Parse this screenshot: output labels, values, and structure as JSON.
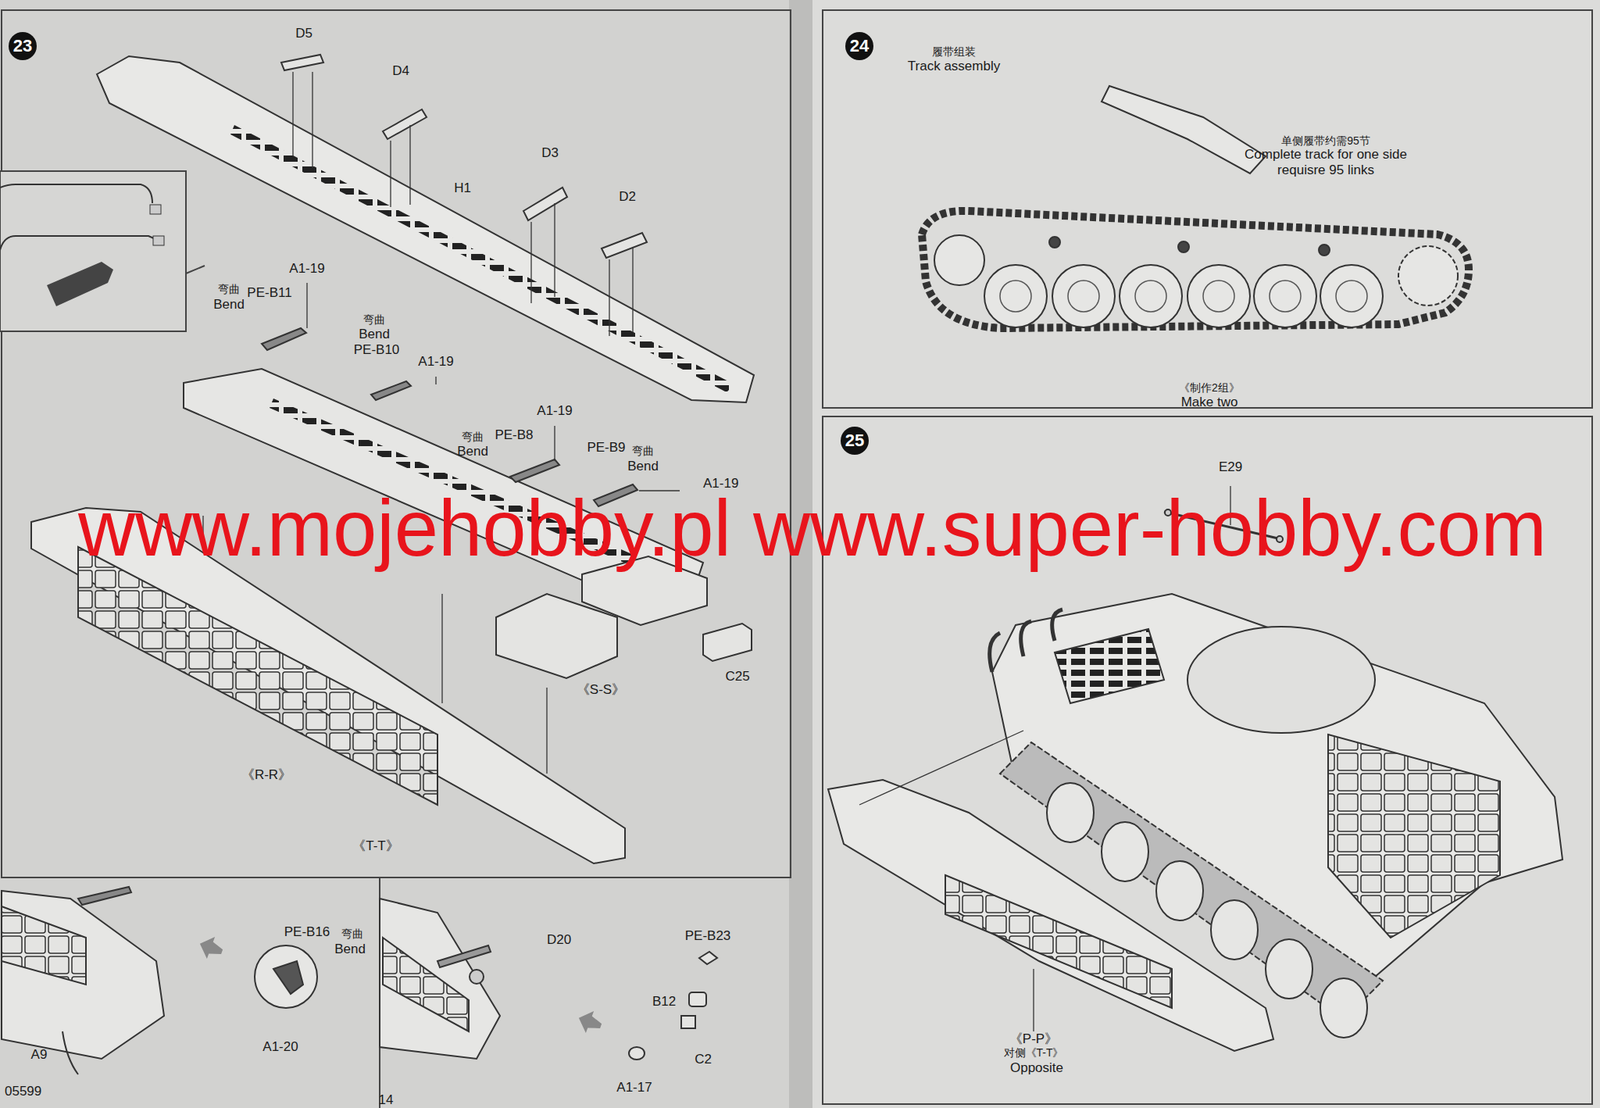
{
  "diagram": {
    "nodes": [
      {
        "text": [
          "23"
        ]
      },
      {
        "text": [
          "24"
        ]
      },
      {
        "text": [
          "25"
        ]
      }
    ],
    "labels": [
      "D5",
      "D4",
      "D3",
      "D2",
      "H1",
      "弯曲",
      "Bend",
      "A1-19",
      "PE-B11",
      "弯曲",
      "Bend",
      "PE-B10",
      "A1-19",
      "弯曲",
      "Bend",
      "PE-B8",
      "A1-19",
      "PE-B9",
      "弯曲",
      "Bend",
      "A1-19",
      "《S-S》",
      "C25",
      "《R-R》",
      "《T-T》",
      "PE-B16",
      "弯曲",
      "Bend",
      "A9",
      "A1-20",
      "D20",
      "PE-B23",
      "B12",
      "C2",
      "A1-17",
      "05599",
      "14",
      "履带组装",
      "Track assembly",
      "单侧履带约需95节",
      "Complete track for one side requisre 95 links",
      "《制作2组》",
      "Make two",
      "E29",
      "《P-P》",
      "对侧《T-T》",
      "Opposite",
      "www.mojehobby.pl www.super-hobby.com"
    ]
  }
}
